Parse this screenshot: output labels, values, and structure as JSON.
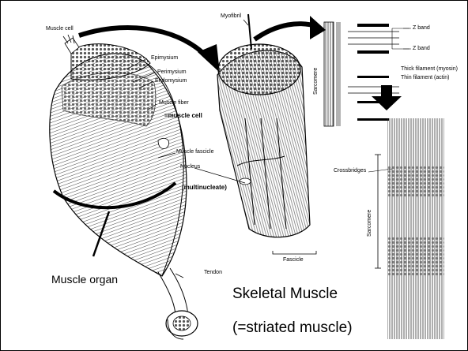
{
  "labels": {
    "muscle_cell": "Muscle cell",
    "myofibril": "Myofibril",
    "epimysium": "Epimysium",
    "perimysium": "Perimysium",
    "endomysium": "Endomysium",
    "muscle_fiber": "Muscle fiber",
    "muscle_fiber_note": "=muscle cell",
    "muscle_fascicle": "Muscle fascicle",
    "nucleus": "Nucleus",
    "nucleus_note": "(multinucleate)",
    "tendon": "Tendon",
    "fascicle": "Fascicle",
    "z_band_top": "Z band",
    "z_band_bottom": "Z band",
    "sarcomere_top": "Sarcomere",
    "thick_filament": "Thick filament (myosin)",
    "thin_filament": "Thin filament (actin)",
    "crossbridges": "Crossbridges",
    "sarcomere_bottom": "Sarcomere",
    "muscle_organ": "Muscle organ",
    "title": "Skeletal Muscle",
    "subtitle": "(=striated muscle)"
  }
}
